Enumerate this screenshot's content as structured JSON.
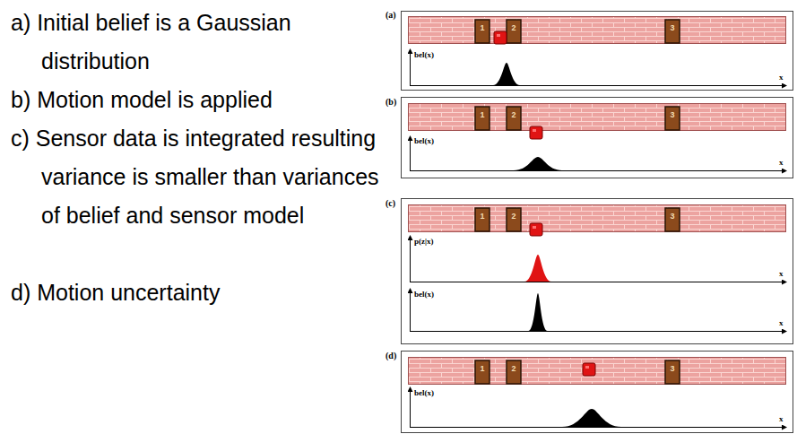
{
  "diagram": {
    "labels": [
      "a) Initial belief is a Gaussian distribution",
      "b) Motion model is applied",
      "c) Sensor data is integrated resulting variance is smaller than variances of belief and sensor model",
      "d) Motion uncertainty",
      "(a)",
      "1",
      "2",
      "3",
      "bel(x)",
      "x",
      "(b)",
      "1",
      "2",
      "3",
      "bel(x)",
      "x",
      "(c)",
      "1",
      "2",
      "3",
      "p(z|x)",
      "x",
      "bel(x)",
      "x",
      "(d)",
      "1",
      "2",
      "3",
      "bel(x)",
      "x"
    ]
  }
}
